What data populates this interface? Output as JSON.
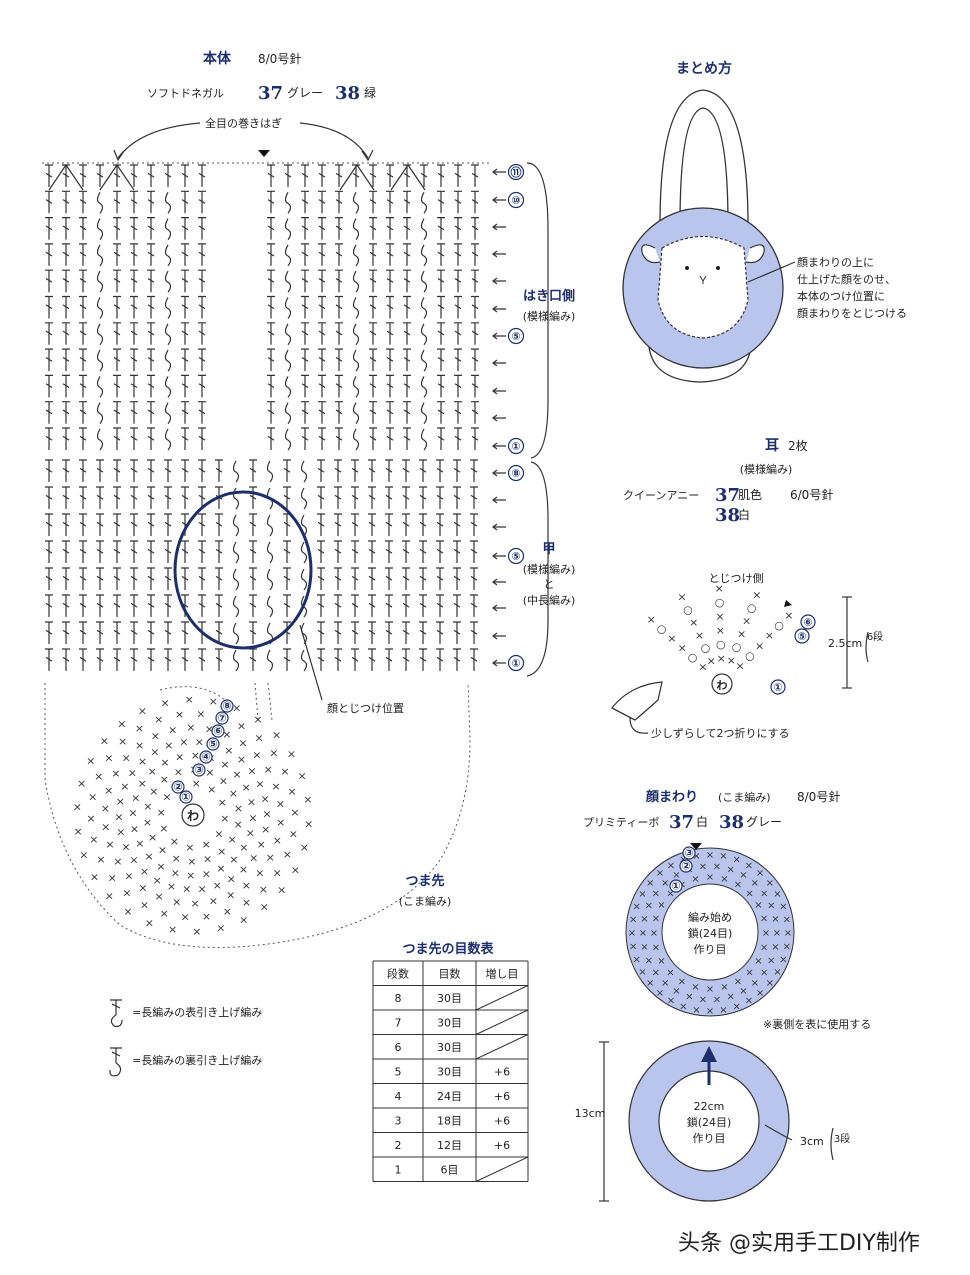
{
  "body_section": {
    "title": "本体",
    "needle": "8/0号針",
    "yarn_name": "ソフトドネガル",
    "color_a_num": "37",
    "color_a_name": "グレー",
    "color_b_num": "38",
    "color_b_name": "緑",
    "join_note": "全目の巻きはぎ",
    "opening_label": "はき口側",
    "opening_sub": "(模様編み)",
    "instep_label": "甲",
    "instep_sub1": "(模様編み)",
    "instep_sub2": "と",
    "instep_sub3": "(中長編み)",
    "face_position": "顔とじつけ位置",
    "row_labels": [
      "⑪",
      "⑩",
      "⑤",
      "①",
      "⑧",
      "⑤",
      "①"
    ]
  },
  "toe": {
    "title": "つま先",
    "sub": "(こま編み)",
    "center": "わ",
    "round_labels": [
      "①",
      "②",
      "③",
      "④",
      "⑤",
      "⑥",
      "⑦",
      "⑧"
    ]
  },
  "legend": {
    "item1": "=長編みの表引き上げ編み",
    "item2": "=長編みの裏引き上げ編み"
  },
  "toe_table": {
    "title": "つま先の目数表",
    "headers": [
      "段数",
      "目数",
      "増し目"
    ],
    "rows": [
      [
        "8",
        "30目",
        ""
      ],
      [
        "7",
        "30目",
        ""
      ],
      [
        "6",
        "30目",
        ""
      ],
      [
        "5",
        "30目",
        "+6"
      ],
      [
        "4",
        "24目",
        "+6"
      ],
      [
        "3",
        "18目",
        "+6"
      ],
      [
        "2",
        "12目",
        "+6"
      ],
      [
        "1",
        "6目",
        ""
      ]
    ]
  },
  "assembly": {
    "title": "まとめ方",
    "note_lines": [
      "顔まわりの上に",
      "仕上げた顔をのせ、",
      "本体のつけ位置に",
      "顔まわりをとじつける"
    ]
  },
  "ear": {
    "title": "耳",
    "count": "2枚",
    "sub": "(模様編み)",
    "yarn_name": "クイーンアニー",
    "color_a_num": "37",
    "color_a_name": "肌色",
    "color_b_num": "38",
    "color_b_name": "白",
    "needle": "6/0号針",
    "side_label": "とじつけ側",
    "height": "2.5cm",
    "rows_label": "6段",
    "center": "わ",
    "fold_note": "少しずらして2つ折りにする",
    "row_marks": [
      "⑥",
      "⑤",
      "①"
    ]
  },
  "face_ring": {
    "title": "顔まわり",
    "sub": "(こま編み)",
    "needle": "8/0号針",
    "yarn_name": "プリミティーボ",
    "color_a_num": "37",
    "color_a_name": "白",
    "color_b_num": "38",
    "color_b_name": "グレー",
    "center_lines": [
      "編み始め",
      "鎖(24目)",
      "作り目"
    ],
    "back_note": "※裏側を表に使用する",
    "round_marks": [
      "③",
      "②",
      "①"
    ]
  },
  "ring_dims": {
    "outer": "13cm",
    "inner_lines": [
      "22cm",
      "鎖(24目)",
      "作り目"
    ],
    "width": "3cm",
    "rows": "3段"
  },
  "watermark": "头条 @实用手工DIY制作",
  "colors": {
    "accent": "#1d2f6b",
    "fill_blue": "#b9c5ec",
    "line": "#333333"
  }
}
